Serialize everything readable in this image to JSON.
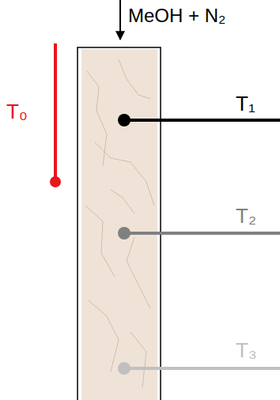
{
  "diagram": {
    "labels": [
      "MeOH + N₂",
      "T₁",
      "T₀",
      "T₂",
      "T₃"
    ]
  }
}
